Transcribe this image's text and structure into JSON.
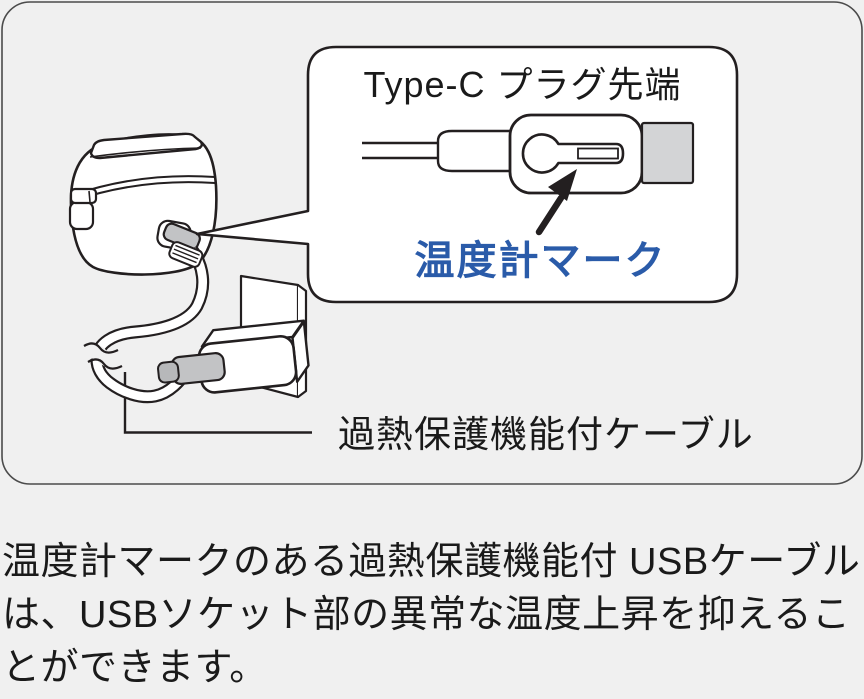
{
  "figure": {
    "bubble_title": "Type-C プラグ先端",
    "thermometer_label": "温度計マーク",
    "cable_label": "過熱保護機能付ケーブル"
  },
  "description": {
    "lines": [
      "温度計マークのある過熱保護機能付 USBケーブル",
      "は、USBソケット部の異常な温度上昇を抑えるこ",
      "とができます。"
    ]
  },
  "colors": {
    "background": "#f0f0f0",
    "illustration_line": "#231f20",
    "frame_border": "#4b4b4b",
    "accent_blue": "#2a5ba9",
    "connector_gray": "#c2c3c5",
    "plug_tip_gray": "#d3d4d6",
    "bubble_fill": "#ffffff"
  },
  "icons": {
    "thermometer_mark": "thermometer-mark-icon",
    "pointer_arrow": "arrow-up-right-icon"
  }
}
